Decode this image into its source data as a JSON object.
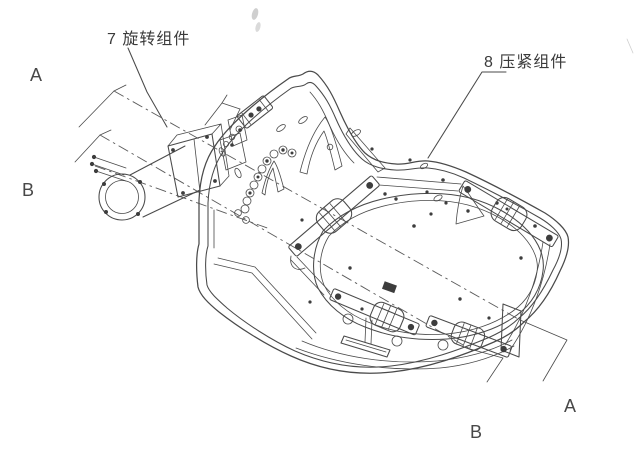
{
  "figure": {
    "description": "isometric patent-style engineering drawing of fixture frame",
    "background_color": "#ffffff",
    "line_color": "#4a4a4a",
    "text_color": "#3a3a3a"
  },
  "callouts": [
    {
      "id": "7",
      "label": "7 旋转组件"
    },
    {
      "id": "8",
      "label": "8 压紧组件"
    }
  ],
  "section_letters": [
    {
      "position": "top-left",
      "label": "A"
    },
    {
      "position": "left",
      "label": "B"
    },
    {
      "position": "bottom-right",
      "label": "A"
    },
    {
      "position": "bottom-right-lower",
      "label": "B"
    }
  ]
}
